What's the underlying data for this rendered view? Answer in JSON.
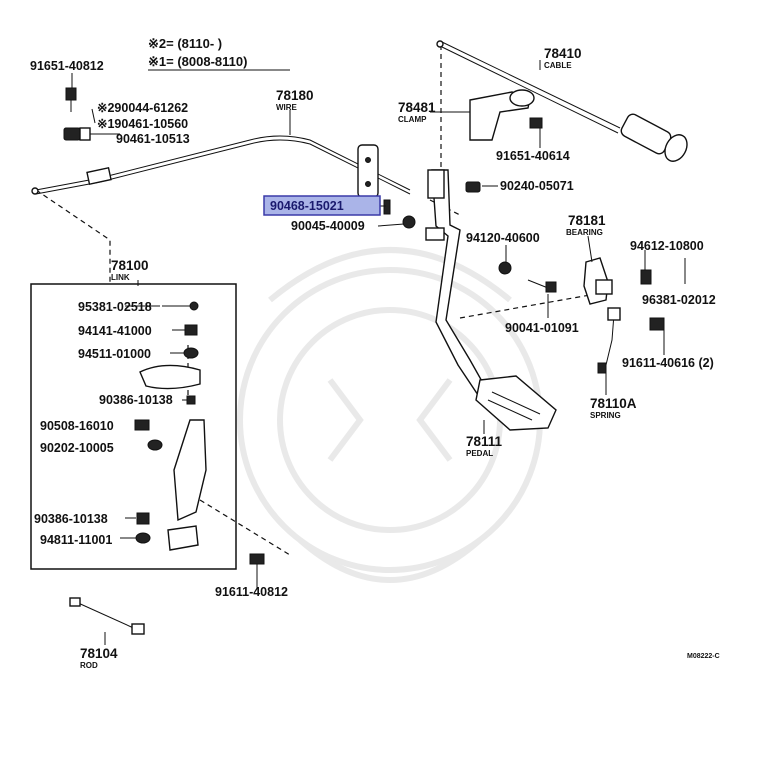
{
  "legend": {
    "note2": "※2= (8110-        )",
    "note1": "※1= (8008-8110)"
  },
  "highlight_color": "#aab4e8",
  "highlight_border": "#3a3aa8",
  "labels": {
    "p91651_40812": "91651-40812",
    "p290044_61262": "※290044-61262",
    "p190461_10560": "※190461-10560",
    "p90461_10513": "90461-10513",
    "p78180": "78180",
    "p78180_sub": "WIRE",
    "p78410": "78410",
    "p78410_sub": "CABLE",
    "p78481": "78481",
    "p78481_sub": "CLAMP",
    "p91651_40614": "91651-40614",
    "p90240_05071": "90240-05071",
    "p90468_15021": "90468-15021",
    "p90045_40009": "90045-40009",
    "p94120_40600": "94120-40600",
    "p78181": "78181",
    "p78181_sub": "BEARING",
    "p94612_10800": "94612-10800",
    "p96381_02012": "96381-02012",
    "p90041_01091": "90041-01091",
    "p91611_40616": "91611-40616 (2)",
    "p78110A": "78110A",
    "p78110A_sub": "SPRING",
    "p78111": "78111",
    "p78111_sub": "PEDAL",
    "p78100": "78100",
    "p78100_sub": "LINK",
    "p95381_02518": "95381-02518",
    "p94141_41000": "94141-41000",
    "p94511_01000": "94511-01000",
    "p90386_10138_a": "90386-10138",
    "p90508_16010": "90508-16010",
    "p90202_10005": "90202-10005",
    "p90386_10138_b": "90386-10138",
    "p94811_11001": "94811-11001",
    "p91611_40812": "91611-40812",
    "p78104": "78104",
    "p78104_sub": "ROD",
    "diagram_code": "M08222-C"
  }
}
